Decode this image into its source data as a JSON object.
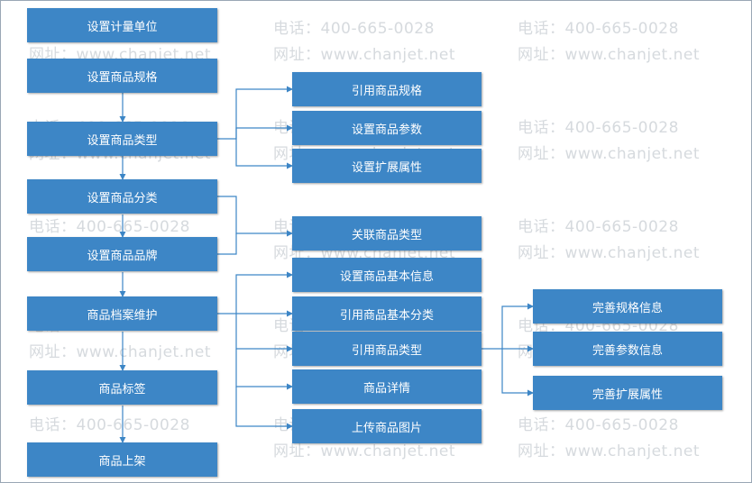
{
  "watermark": {
    "phone": "电话：400-665-0028",
    "web": "网址：www.chanjet.net"
  },
  "colors": {
    "node_fill": "#3d86c6",
    "node_text": "#ffffff",
    "connector": "#3d86c6",
    "watermark": "#d6dade"
  },
  "main_flow": [
    "设置计量单位",
    "设置商品规格",
    "设置商品类型",
    "设置商品分类",
    "设置商品品牌",
    "商品档案维护",
    "商品标签",
    "商品上架"
  ],
  "type_branch": [
    "引用商品规格",
    "设置商品参数",
    "设置扩展属性"
  ],
  "brand_branch": [
    "关联商品类型"
  ],
  "archive_branch": [
    "设置商品基本信息",
    "引用商品基本分类",
    "引用商品类型",
    "商品详情",
    "上传商品图片"
  ],
  "type_ref_branch": [
    "完善规格信息",
    "完善参数信息",
    "完善扩展属性"
  ]
}
